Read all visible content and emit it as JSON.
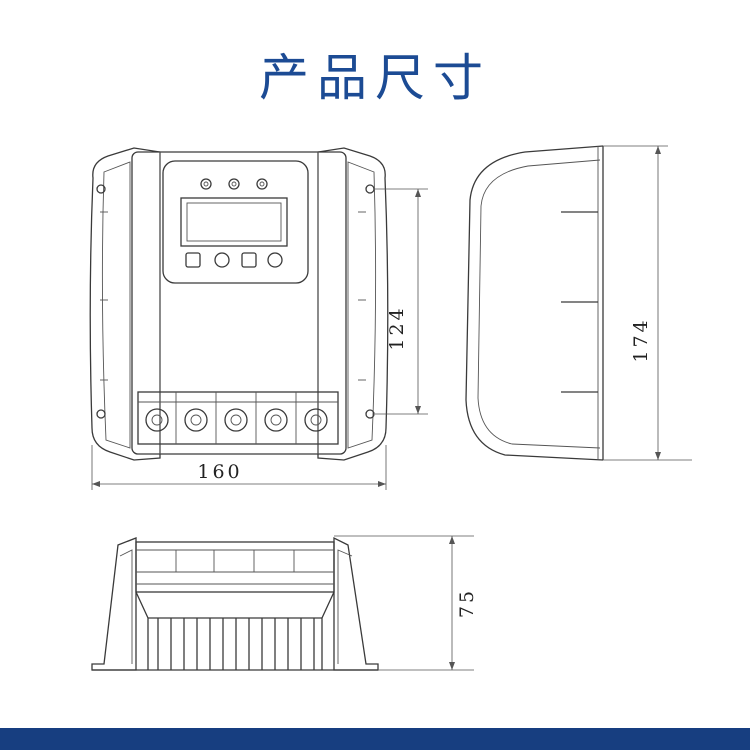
{
  "header": {
    "title": "产品尺寸"
  },
  "dimensions": {
    "front_width": "160",
    "front_hole_spacing": "124",
    "side_height": "174",
    "bottom_depth": "75"
  },
  "colors": {
    "title": "#1c4b94",
    "band": "#173e80",
    "line": "#3a3a3a"
  }
}
